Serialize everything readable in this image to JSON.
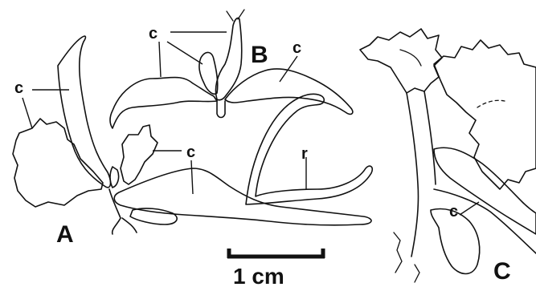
{
  "panels": {
    "a": "A",
    "b": "B",
    "c": "C"
  },
  "labels": {
    "cotyledon": "c",
    "root": "r"
  },
  "scale_bar": {
    "text": "1 cm"
  }
}
